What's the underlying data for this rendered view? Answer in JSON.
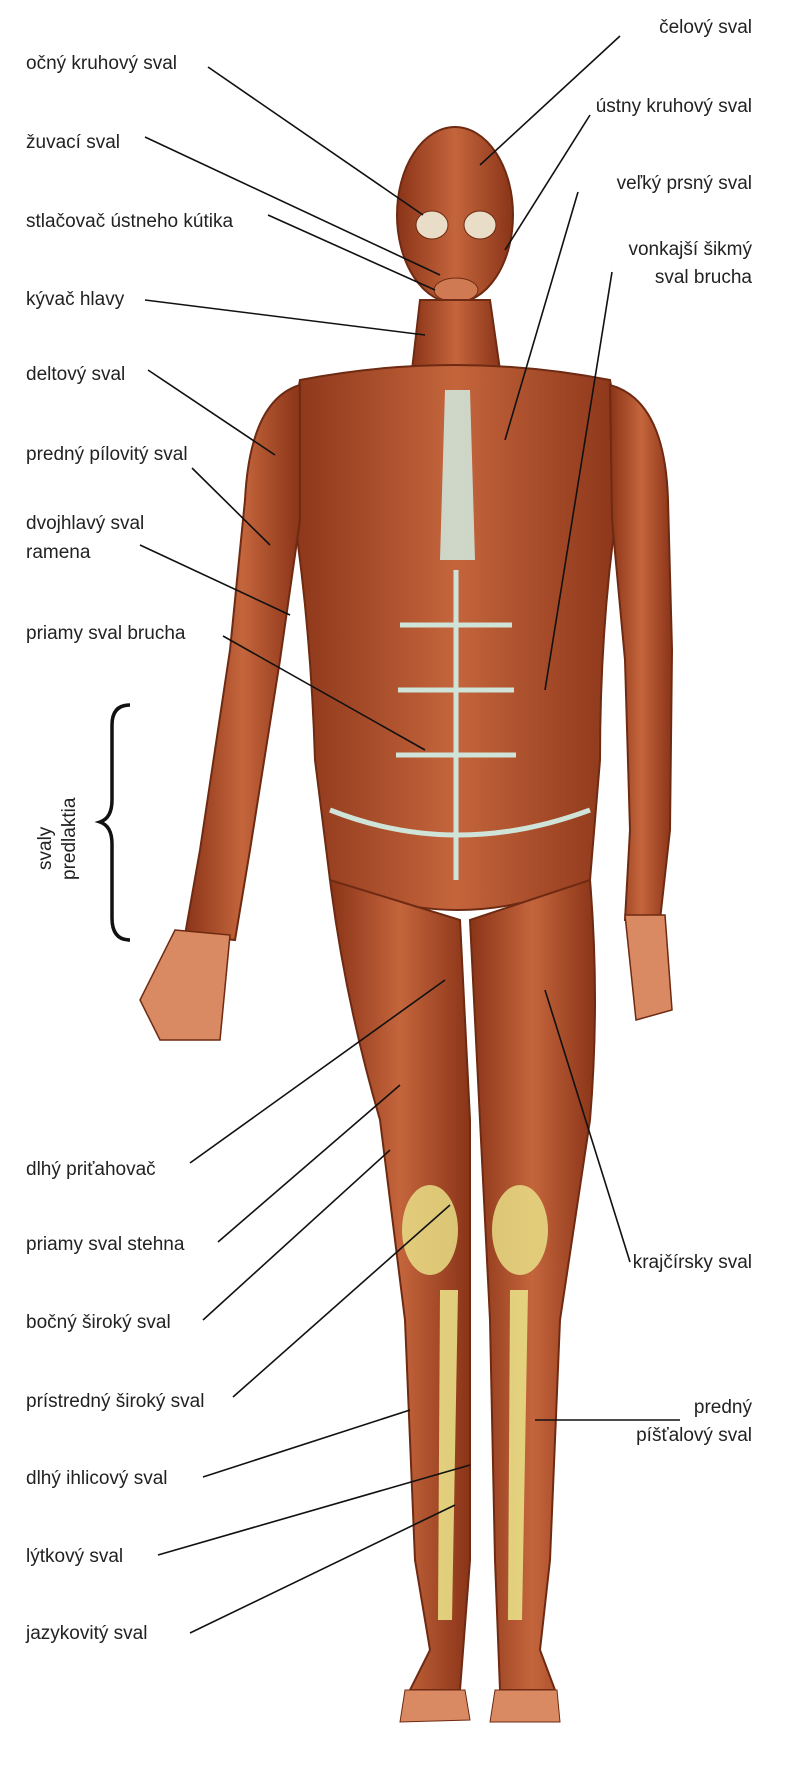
{
  "labels_left": [
    {
      "id": "ocny-kruhovy-sval",
      "text": "očný kruhový sval"
    },
    {
      "id": "zuvaci-sval",
      "text": "žuvací sval"
    },
    {
      "id": "stlacovac-ustneho-kutika",
      "text": "stlačovač ústneho kútika"
    },
    {
      "id": "kyvac-hlavy",
      "text": "kývač hlavy"
    },
    {
      "id": "deltovy-sval",
      "text": "deltový sval"
    },
    {
      "id": "predny-pilovity-sval",
      "text": "predný pílovitý sval"
    },
    {
      "id": "dvojhlavy-sval-ramena",
      "text": "dvojhlavý sval",
      "text2": "ramena"
    },
    {
      "id": "priamy-sval-brucha",
      "text": "priamy sval brucha"
    },
    {
      "id": "dlhy-pritahovac",
      "text": "dlhý priťahovač"
    },
    {
      "id": "priamy-sval-stehna",
      "text": "priamy sval stehna"
    },
    {
      "id": "bocny-siroky-sval",
      "text": "bočný široký sval"
    },
    {
      "id": "pristredny-siroky-sval",
      "text": "prístredný široký sval"
    },
    {
      "id": "dlhy-ihlicovy-sval",
      "text": "dlhý ihlicový sval"
    },
    {
      "id": "lytkovy-sval",
      "text": "lýtkový sval"
    },
    {
      "id": "jazykovity-sval",
      "text": "jazykovitý sval"
    }
  ],
  "labels_right": [
    {
      "id": "celovy-sval",
      "text": "čelový sval"
    },
    {
      "id": "ustny-kruhovy-sval",
      "text": "ústny kruhový sval"
    },
    {
      "id": "velky-prsny-sval",
      "text": "veľký prsný sval"
    },
    {
      "id": "vonkajsi-sikmy-sval-brucha",
      "text": "vonkajší šikmý",
      "text2": "sval brucha"
    },
    {
      "id": "krajcirsky-sval",
      "text": "krajčírsky sval"
    },
    {
      "id": "predny-pistalovy-sval",
      "text": "predný",
      "text2": "píšťalový sval"
    }
  ],
  "brace_label": {
    "line1": "svaly",
    "line2": "predlaktia"
  },
  "colors": {
    "muscle": "#b5532e",
    "muscle_dark": "#7a2c16",
    "tendon": "#cfe3d8",
    "tendon_yellow": "#e8de86",
    "line": "#111111"
  }
}
